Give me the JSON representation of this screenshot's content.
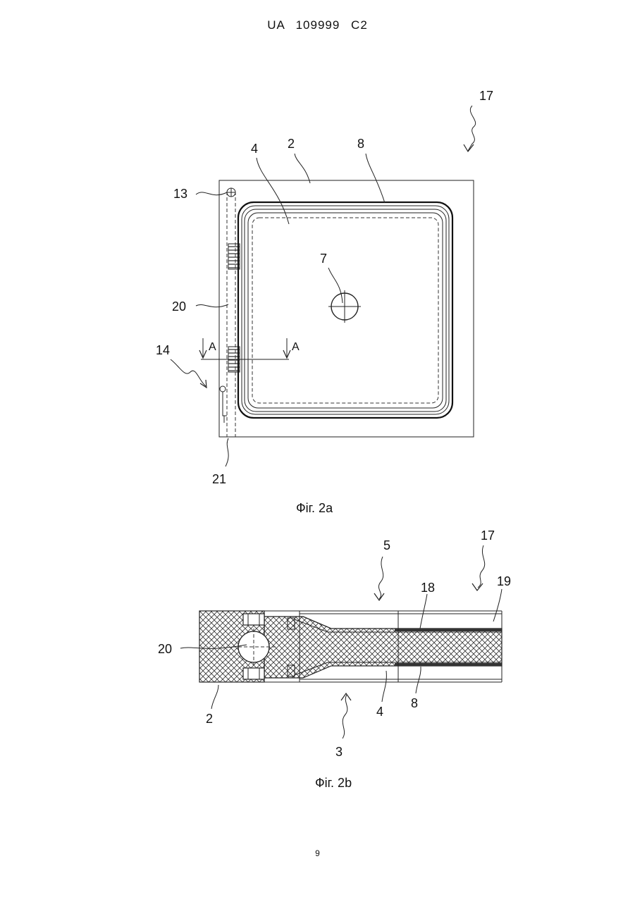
{
  "header": {
    "text": "UA   109999   C2"
  },
  "page_number": "9",
  "figures": [
    {
      "caption": "Фіг. 2a",
      "labels": {
        "l17": "17",
        "l2": "2",
        "l4": "4",
        "l8": "8",
        "l13": "13",
        "l7": "7",
        "l20": "20",
        "l14": "14",
        "l21": "21",
        "lA1": "A",
        "lA2": "A"
      }
    },
    {
      "caption": "Фіг. 2b",
      "labels": {
        "l5": "5",
        "l17": "17",
        "l18": "18",
        "l19": "19",
        "l20": "20",
        "l2": "2",
        "l4": "4",
        "l8": "8",
        "l3": "3"
      }
    }
  ]
}
